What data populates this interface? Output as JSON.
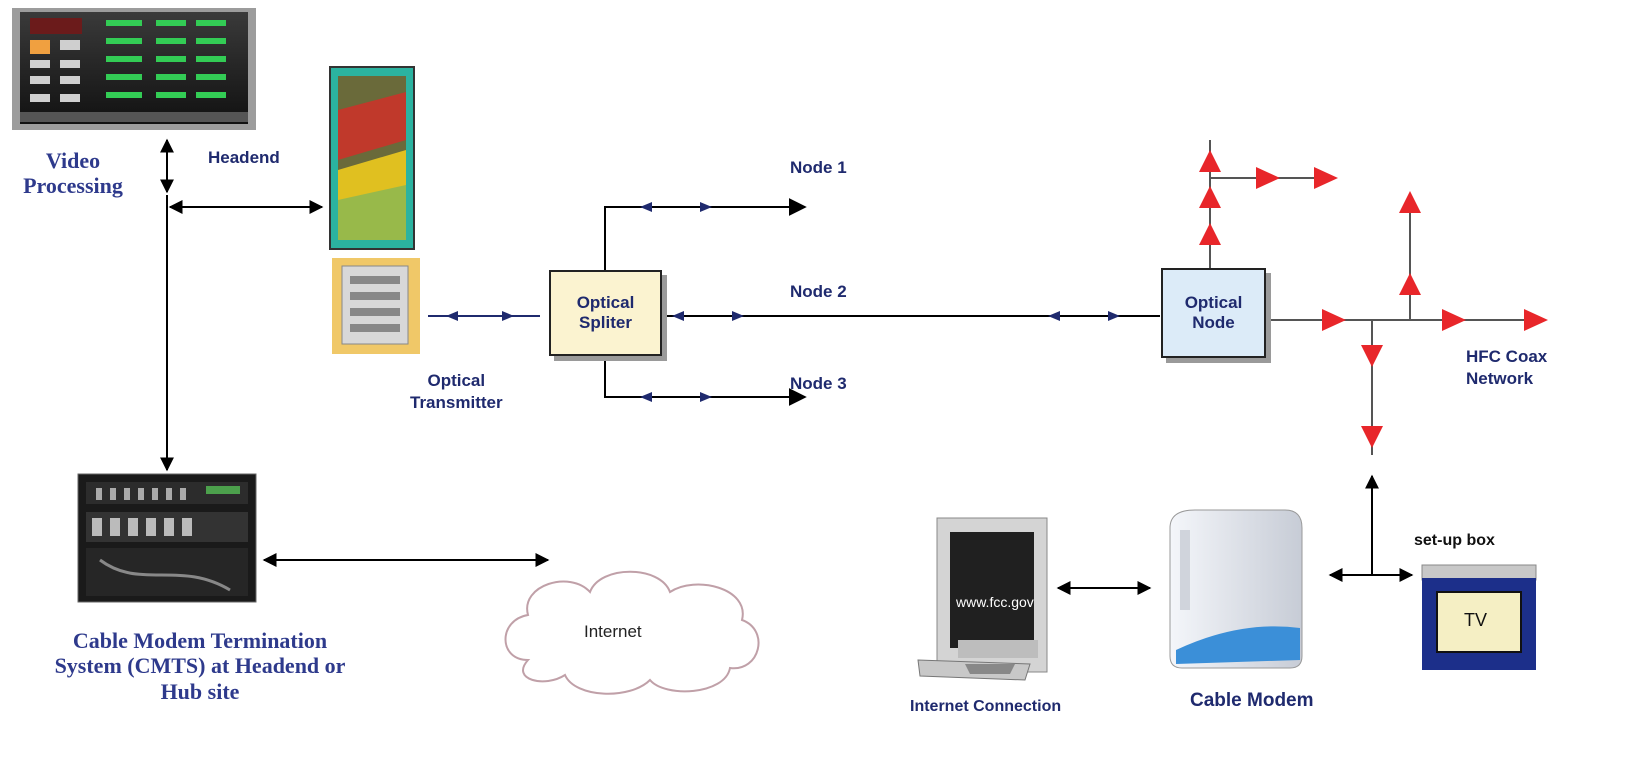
{
  "labels": {
    "video_processing": "Video\nProcessing",
    "headend": "Headend",
    "node1": "Node 1",
    "node2": "Node 2",
    "node3": "Node 3",
    "optical_transmitter": "Optical\nTransmitter",
    "optical_splitter": "Optical\nSpliter",
    "optical_node": "Optical\nNode",
    "hfc_coax": "HFC Coax\nNetwork",
    "cmts": "Cable Modem Termination\nSystem (CMTS) at Headend or\nHub site",
    "internet": "Internet",
    "internet_connection": "Internet Connection",
    "cable_modem": "Cable Modem",
    "setup_box": "set-up box",
    "tv": "TV",
    "monitor_url": "www.fcc.gov"
  },
  "colors": {
    "label_blue": "#1f2a6e",
    "heading_blue": "#2e3a8c",
    "splitter_fill": "#fbf3d0",
    "node_fill": "#dcebf8",
    "coax_red": "#e8262a",
    "tv_fill": "#f5efc4",
    "tv_border": "#1c2f8a"
  },
  "icons": [
    "video-processor-rack-icon",
    "headend-equipment-photo-icon",
    "optical-transmitter-icon",
    "cmts-rack-icon",
    "internet-cloud-icon",
    "computer-monitor-icon",
    "cable-modem-icon",
    "set-top-box-icon",
    "amplifier-triangle-icon"
  ]
}
